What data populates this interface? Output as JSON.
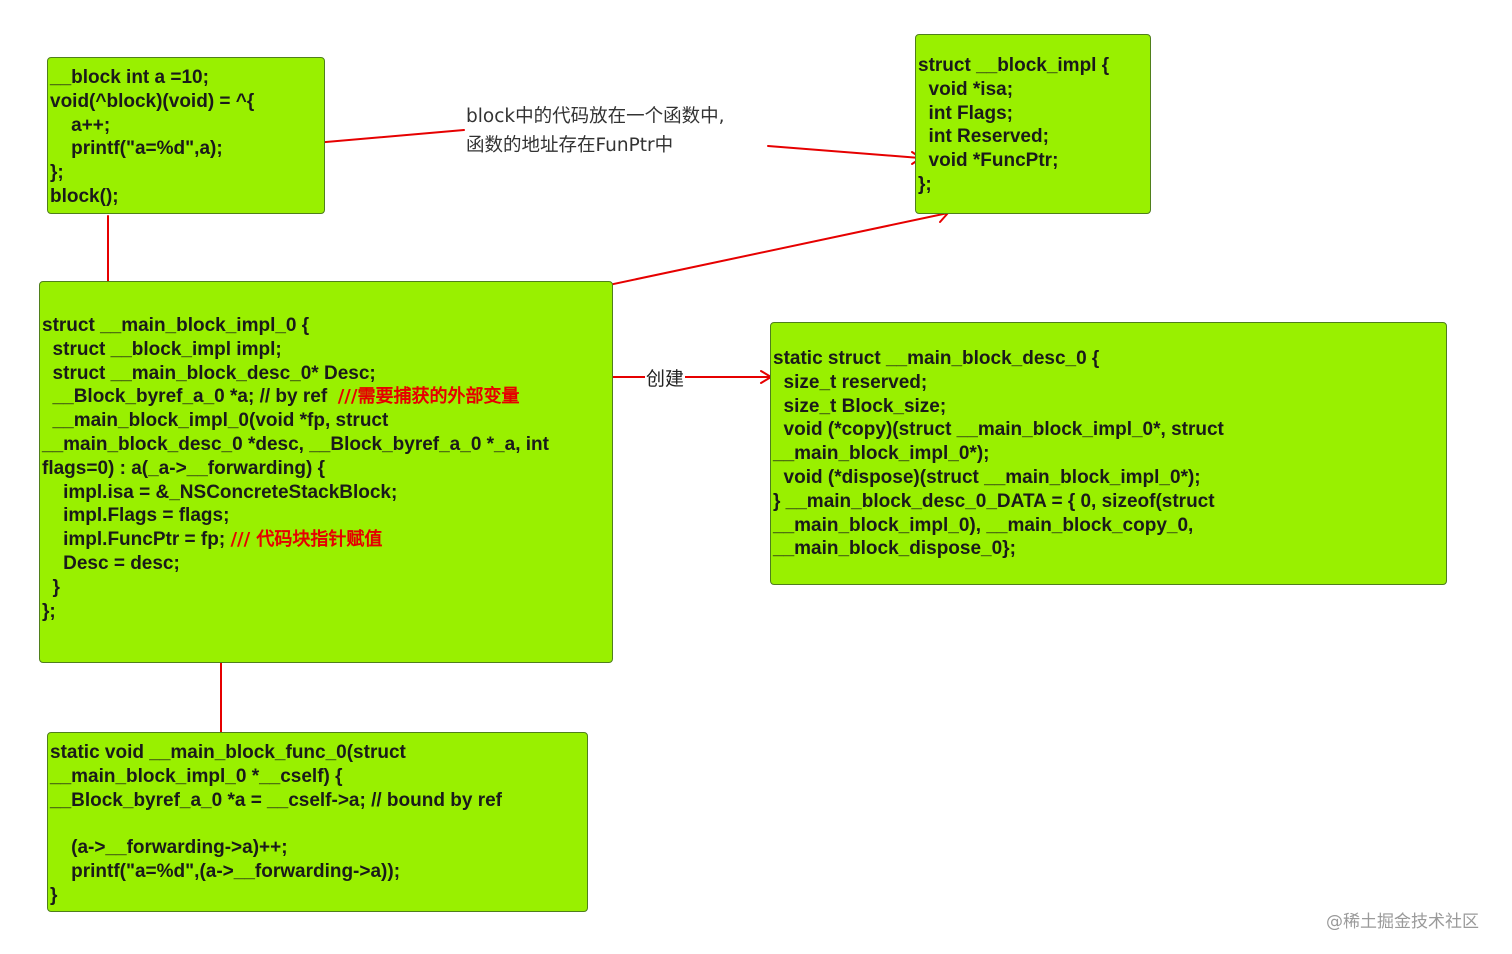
{
  "colors": {
    "box_fill": "#99f000",
    "box_border": "#4f7f1c",
    "arrow": "#e60000",
    "annotation_text": "#e60000"
  },
  "nodes": {
    "block_def": {
      "lines": [
        "__block int a =10;",
        "void(^block)(void) = ^{",
        "    a++;",
        "    printf(\"a=%d\",a);",
        "};",
        "block();"
      ]
    },
    "block_impl": {
      "lines": [
        "struct __block_impl {",
        "  void *isa;",
        "  int Flags;",
        "  int Reserved;",
        "  void *FuncPtr;",
        "};"
      ]
    },
    "main_block_impl": {
      "lines": [
        "struct __main_block_impl_0 {",
        "  struct __block_impl impl;",
        "  struct __main_block_desc_0* Desc;",
        "  __Block_byref_a_0 *a; // by ref  ",
        "  __main_block_impl_0(void *fp, struct",
        "__main_block_desc_0 *desc, __Block_byref_a_0 *_a, int",
        "flags=0) : a(_a->__forwarding) {",
        "    impl.isa = &_NSConcreteStackBlock;",
        "    impl.Flags = flags;",
        "    impl.FuncPtr = fp; ",
        "    Desc = desc;",
        "  }",
        "};"
      ],
      "annotation_by_ref": "///需要捕获的外部变量",
      "annotation_funcptr": "/// 代码块指针赋值"
    },
    "main_block_desc": {
      "lines": [
        "static struct __main_block_desc_0 {",
        "  size_t reserved;",
        "  size_t Block_size;",
        "  void (*copy)(struct __main_block_impl_0*, struct",
        "__main_block_impl_0*);",
        "  void (*dispose)(struct __main_block_impl_0*);",
        "} __main_block_desc_0_DATA = { 0, sizeof(struct",
        "__main_block_impl_0), __main_block_copy_0,",
        "__main_block_dispose_0};"
      ]
    },
    "main_block_func": {
      "lines": [
        "static void __main_block_func_0(struct",
        "__main_block_impl_0 *__cself) {",
        "__Block_byref_a_0 *a = __cself->a; // bound by ref",
        "",
        "    (a->__forwarding->a)++;",
        "    printf(\"a=%d\",(a->__forwarding->a));",
        "}"
      ]
    }
  },
  "note": {
    "line1": "block中的代码放在一个函数中,",
    "line2": "函数的地址存在FunPtr中"
  },
  "edge_label_create": "创建",
  "watermark": "@稀土掘金技术社区"
}
